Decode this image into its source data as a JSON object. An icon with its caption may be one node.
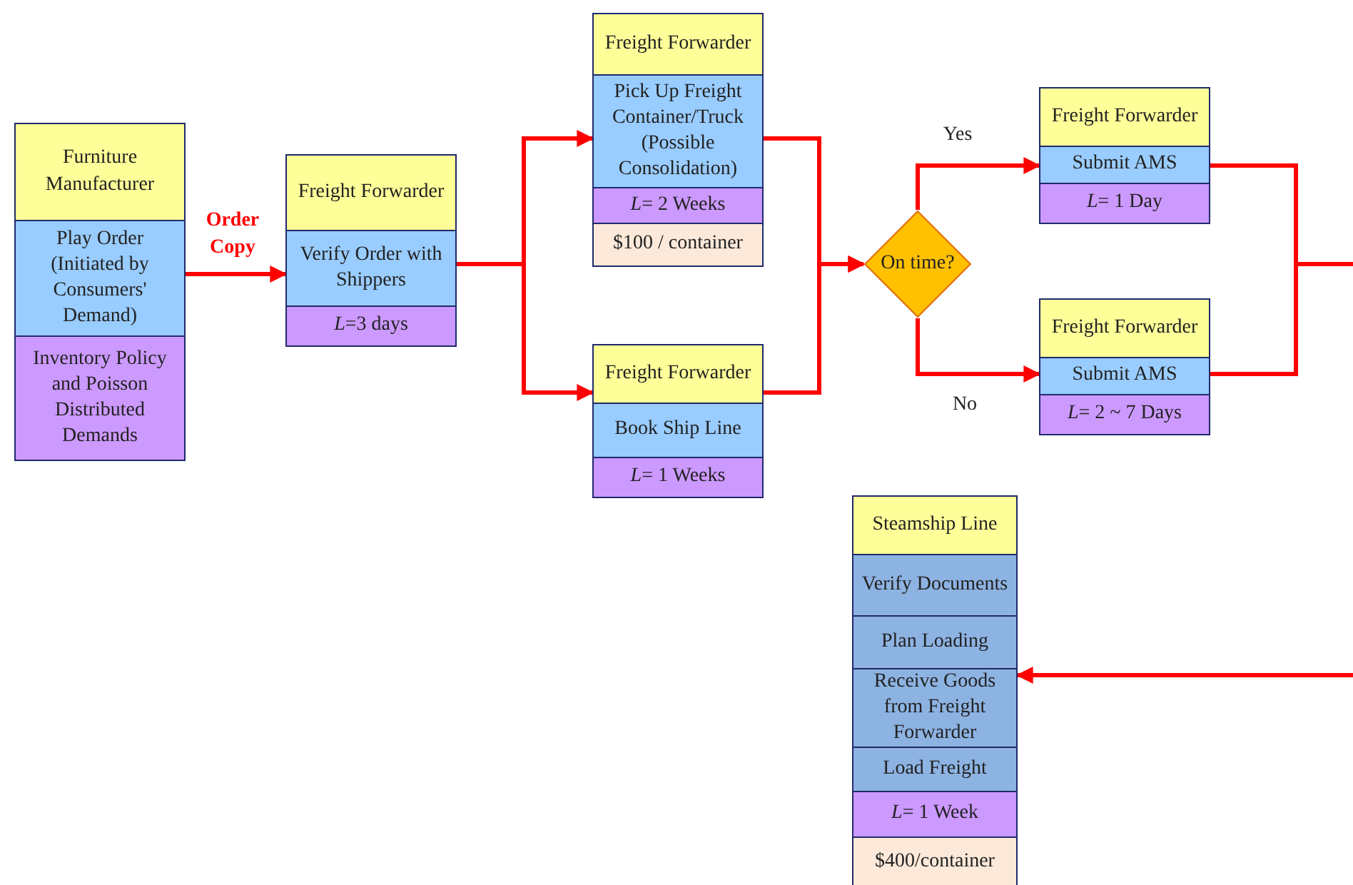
{
  "diagram": {
    "nodes": [
      {
        "text": [
          "Furniture Manufacturer",
          "Play Order (Initiated by Consumers' Demand)",
          "Inventory Policy and Poisson Distributed Demands"
        ]
      },
      {
        "text": [
          "Freight Forwarder",
          "Verify Order with Shippers",
          "*L*=3 days"
        ]
      },
      {
        "text": [
          "Freight Forwarder",
          "Pick Up Freight Container/Truck (Possible Consolidation)",
          "*L*= 2 Weeks",
          "$100 / container"
        ]
      },
      {
        "text": [
          "Freight Forwarder",
          "Book Ship Line",
          "*L*= 1 Weeks"
        ]
      },
      {
        "text": [
          "On time?"
        ]
      },
      {
        "text": [
          "Freight Forwarder",
          "Submit AMS",
          "*L*= 1 Day"
        ]
      },
      {
        "text": [
          "Freight Forwarder",
          "Submit AMS",
          "*L*= 2 ~ 7 Days"
        ]
      },
      {
        "text": [
          "Steamship Line",
          "Verify Documents",
          "Plan Loading",
          "Receive Goods from Freight Forwarder",
          "Load Freight",
          "*L*= 1 Week",
          "$400/container"
        ]
      }
    ],
    "edges": [
      {
        "from": 0,
        "to": 1,
        "arrow": "to",
        "label": "Order Copy"
      },
      {
        "from": 1,
        "to": 2,
        "arrow": "to"
      },
      {
        "from": 1,
        "to": 3,
        "arrow": "to"
      },
      {
        "from": 2,
        "to": 4,
        "arrow": "to"
      },
      {
        "from": 3,
        "to": 4,
        "arrow": "to"
      },
      {
        "from": 4,
        "to": 5,
        "arrow": "to",
        "label": "Yes"
      },
      {
        "from": 4,
        "to": 6,
        "arrow": "to",
        "label": "No"
      },
      {
        "from": 5,
        "to": null,
        "arrow": "none"
      },
      {
        "from": 6,
        "to": null,
        "arrow": "none"
      },
      {
        "from": null,
        "to": 7,
        "arrow": "to"
      }
    ]
  }
}
